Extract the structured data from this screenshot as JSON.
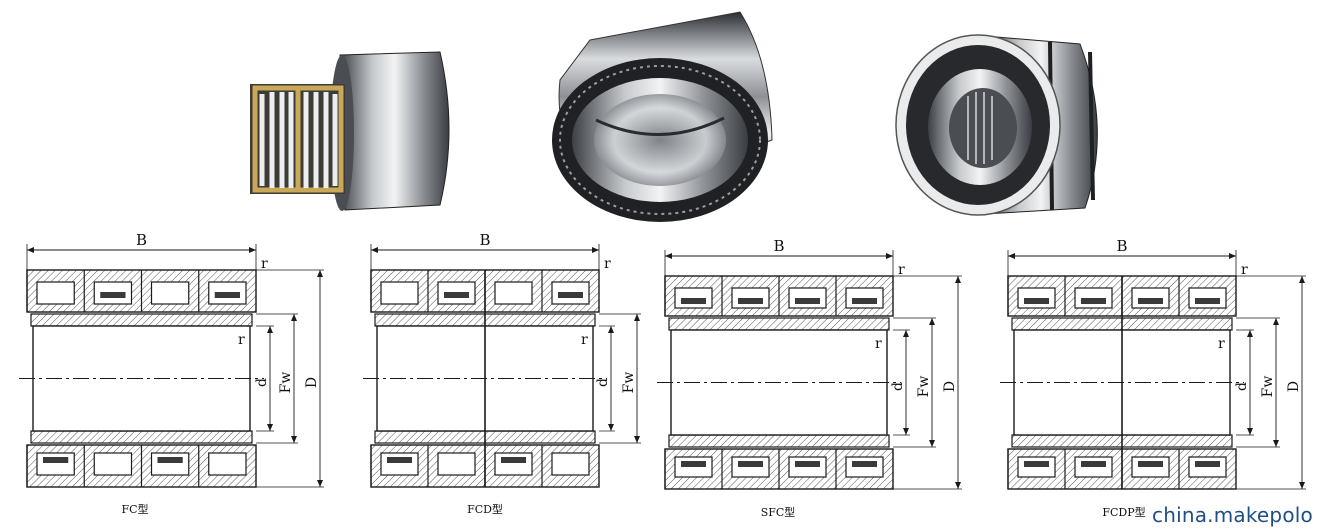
{
  "photos": [
    {
      "name": "bearing-photo-fc"
    },
    {
      "name": "bearing-photo-fcd"
    },
    {
      "name": "bearing-photo-sealed"
    }
  ],
  "drawings": [
    {
      "name": "drawing-fc",
      "caption": "FC型",
      "width_label": "B",
      "r_label": "r",
      "d_label": "d",
      "fw_label": "Fw",
      "D_label": "D"
    },
    {
      "name": "drawing-fcd",
      "caption": "FCD型",
      "width_label": "B",
      "r_label": "r",
      "d_label": "d",
      "fw_label": "Fw",
      "D_label": "D"
    },
    {
      "name": "drawing-sfc",
      "caption": "SFC型",
      "width_label": "B",
      "r_label": "r",
      "d_label": "d",
      "fw_label": "Fw",
      "D_label": "D"
    },
    {
      "name": "drawing-fcdp",
      "caption": "FCDP型",
      "width_label": "B",
      "r_label": "r",
      "d_label": "d",
      "fw_label": "Fw",
      "D_label": "D"
    }
  ],
  "watermark": "china.makepolo",
  "colors": {
    "line": "#1a1a1a",
    "hatch": "#555555",
    "steel_dark": "#3a3d42",
    "steel_light": "#e6e8ea",
    "cage_brass": "#c9a85a"
  }
}
